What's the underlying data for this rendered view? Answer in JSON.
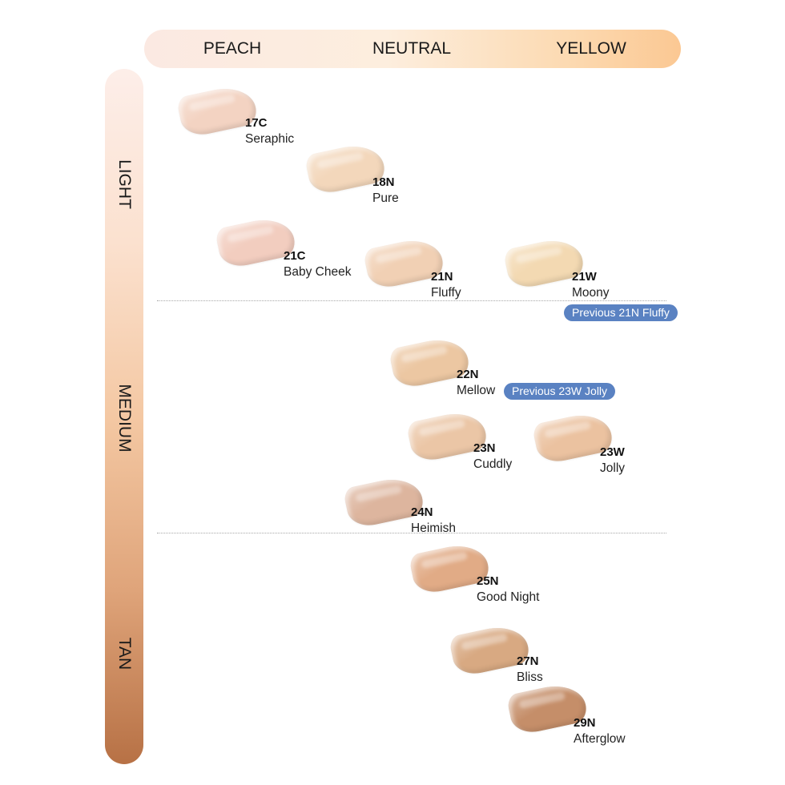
{
  "tones": [
    "PEACH",
    "NEUTRAL",
    "YELLOW"
  ],
  "depths": [
    "LIGHT",
    "MEDIUM",
    "TAN"
  ],
  "shades": [
    {
      "code": "17C",
      "name": "Seraphic",
      "color": "#f3d3c2"
    },
    {
      "code": "18N",
      "name": "Pure",
      "color": "#f3d7bb"
    },
    {
      "code": "21C",
      "name": "Baby Cheek",
      "color": "#f2cdbf"
    },
    {
      "code": "21N",
      "name": "Fluffy",
      "color": "#f1d0b4"
    },
    {
      "code": "21W",
      "name": "Moony",
      "color": "#f3d9b2"
    },
    {
      "code": "22N",
      "name": "Mellow",
      "color": "#ecc7a2"
    },
    {
      "code": "23N",
      "name": "Cuddly",
      "color": "#ebc6a6"
    },
    {
      "code": "23W",
      "name": "Jolly",
      "color": "#ebc2a0"
    },
    {
      "code": "24N",
      "name": "Heimish",
      "color": "#ddb59e"
    },
    {
      "code": "25N",
      "name": "Good Night",
      "color": "#e1ab86"
    },
    {
      "code": "27N",
      "name": "Bliss",
      "color": "#d8a982"
    },
    {
      "code": "29N",
      "name": "Afterglow",
      "color": "#c58e69"
    }
  ],
  "notes": [
    "Previous 21N Fluffy",
    "Previous 23W Jolly"
  ],
  "note_color": "#5a82c2"
}
